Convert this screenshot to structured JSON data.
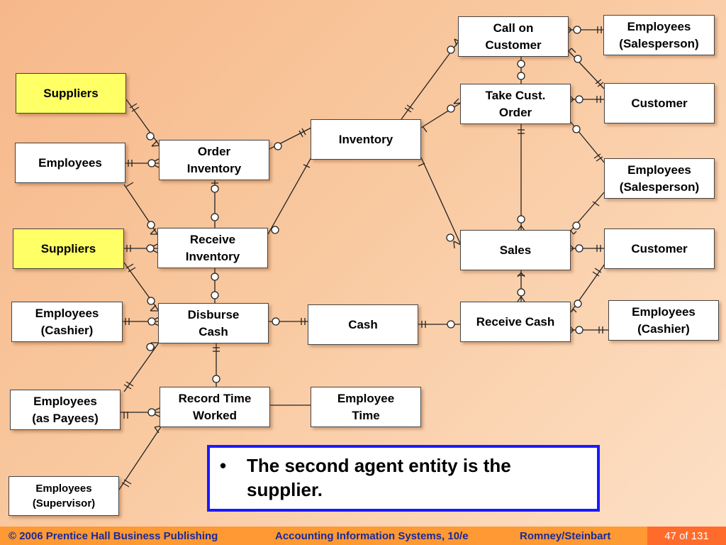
{
  "diagram": {
    "entities": {
      "suppliers_top": "Suppliers",
      "employees_left": "Employees",
      "order_inventory": "Order\nInventory",
      "suppliers_mid": "Suppliers",
      "receive_inventory": "Receive\nInventory",
      "employees_cashier_left": "Employees\n(Cashier)",
      "disburse_cash": "Disburse\nCash",
      "employees_payees": "Employees\n(as Payees)",
      "record_time": "Record Time\nWorked",
      "employees_supervisor": "Employees\n(Supervisor)",
      "inventory": "Inventory",
      "cash": "Cash",
      "employee_time": "Employee\nTime",
      "call_on_customer": "Call on\nCustomer",
      "take_cust_order": "Take Cust.\nOrder",
      "sales": "Sales",
      "receive_cash": "Receive Cash",
      "employees_salesperson_top": "Employees\n(Salesperson)",
      "customer_top": "Customer",
      "employees_salesperson_mid": "Employees\n(Salesperson)",
      "customer_mid": "Customer",
      "employees_cashier_right": "Employees\n(Cashier)"
    },
    "highlight_color": "#ffff66"
  },
  "note": {
    "bullet": "•",
    "text": "The second agent entity is the supplier."
  },
  "footer": {
    "copyright": "© 2006 Prentice Hall Business Publishing",
    "book": "Accounting Information Systems, 10/e",
    "authors": "Romney/Steinbart",
    "page": "47 of 131"
  }
}
